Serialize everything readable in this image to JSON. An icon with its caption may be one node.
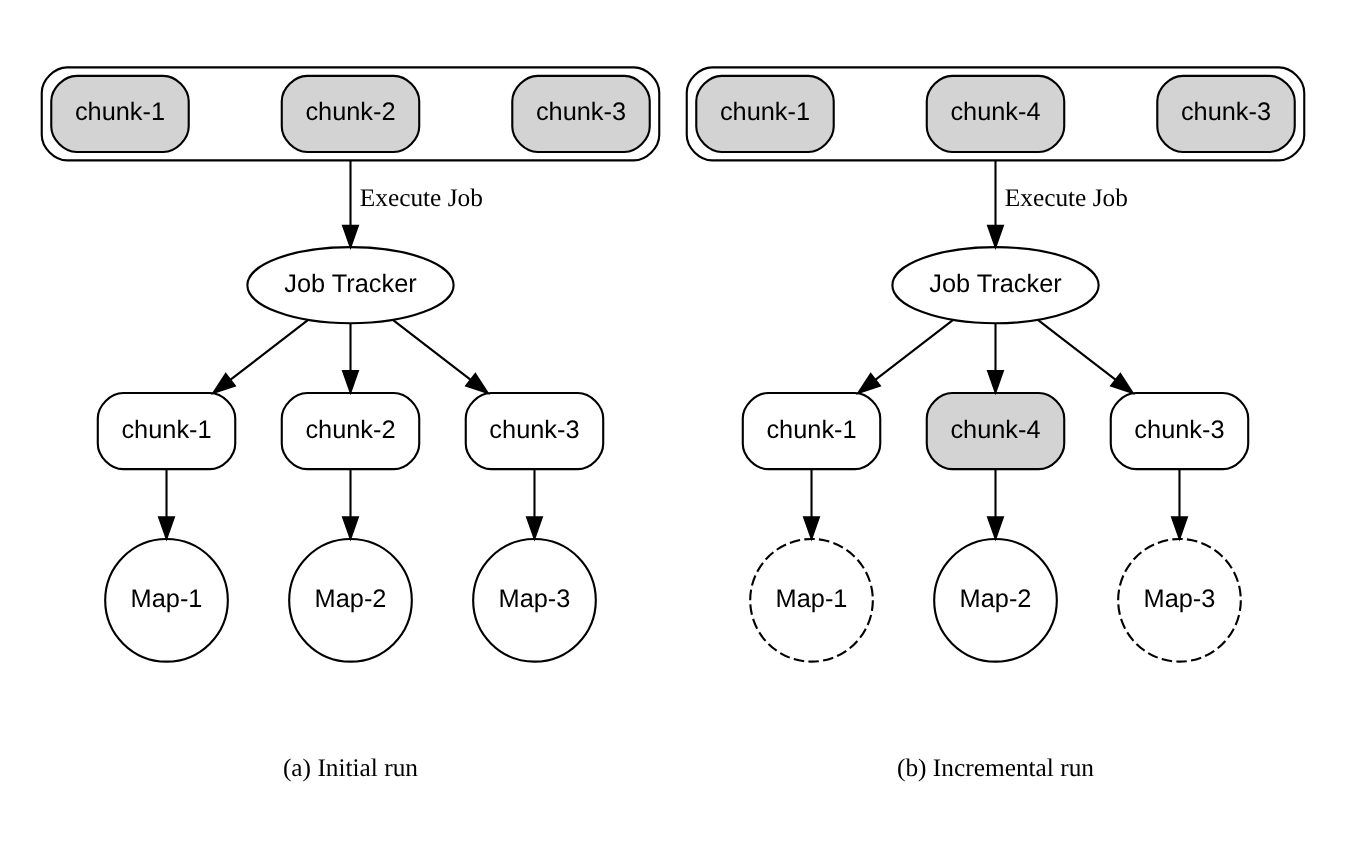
{
  "diagram": {
    "nodes": [
      {
        "text": [],
        "shape": "box"
      },
      {
        "text": [
          "chunk-1"
        ],
        "in": 0
      },
      {
        "text": [
          "chunk-2"
        ],
        "in": 0
      },
      {
        "text": [
          "chunk-3"
        ],
        "in": 0
      },
      {
        "text": [
          "Job Tracker"
        ]
      },
      {
        "text": [
          "chunk-1"
        ]
      },
      {
        "text": [
          "chunk-2"
        ]
      },
      {
        "text": [
          "chunk-3"
        ]
      },
      {
        "text": [
          "Map-1"
        ]
      },
      {
        "text": [
          "Map-2"
        ]
      },
      {
        "text": [
          "Map-3"
        ]
      },
      {
        "text": [],
        "shape": "box"
      },
      {
        "text": [
          "chunk-1"
        ],
        "in": 11
      },
      {
        "text": [
          "chunk-4"
        ],
        "in": 11
      },
      {
        "text": [
          "chunk-3"
        ],
        "in": 11
      },
      {
        "text": [
          "Job Tracker"
        ]
      },
      {
        "text": [
          "chunk-1"
        ]
      },
      {
        "text": [
          "chunk-4"
        ]
      },
      {
        "text": [
          "chunk-3"
        ]
      },
      {
        "text": [
          "Map-1"
        ]
      },
      {
        "text": [
          "Map-2"
        ]
      },
      {
        "text": [
          "Map-3"
        ]
      }
    ],
    "edges": [
      {
        "from": 0,
        "to": 4,
        "arrow": "to",
        "label": "Execute Job"
      },
      {
        "from": 4,
        "to": 5,
        "arrow": "to"
      },
      {
        "from": 4,
        "to": 6,
        "arrow": "to"
      },
      {
        "from": 4,
        "to": 7,
        "arrow": "to"
      },
      {
        "from": 5,
        "to": 8,
        "arrow": "to"
      },
      {
        "from": 6,
        "to": 9,
        "arrow": "to"
      },
      {
        "from": 7,
        "to": 10,
        "arrow": "to"
      },
      {
        "from": 11,
        "to": 15,
        "arrow": "to",
        "label": "Execute Job"
      },
      {
        "from": 15,
        "to": 16,
        "arrow": "to"
      },
      {
        "from": 15,
        "to": 17,
        "arrow": "to"
      },
      {
        "from": 15,
        "to": 18,
        "arrow": "to"
      },
      {
        "from": 16,
        "to": 19,
        "arrow": "to"
      },
      {
        "from": 17,
        "to": 20,
        "arrow": "to"
      },
      {
        "from": 18,
        "to": 21,
        "arrow": "to"
      }
    ],
    "labels": [
      "(a) Initial run",
      "(b) Incremental run"
    ]
  }
}
